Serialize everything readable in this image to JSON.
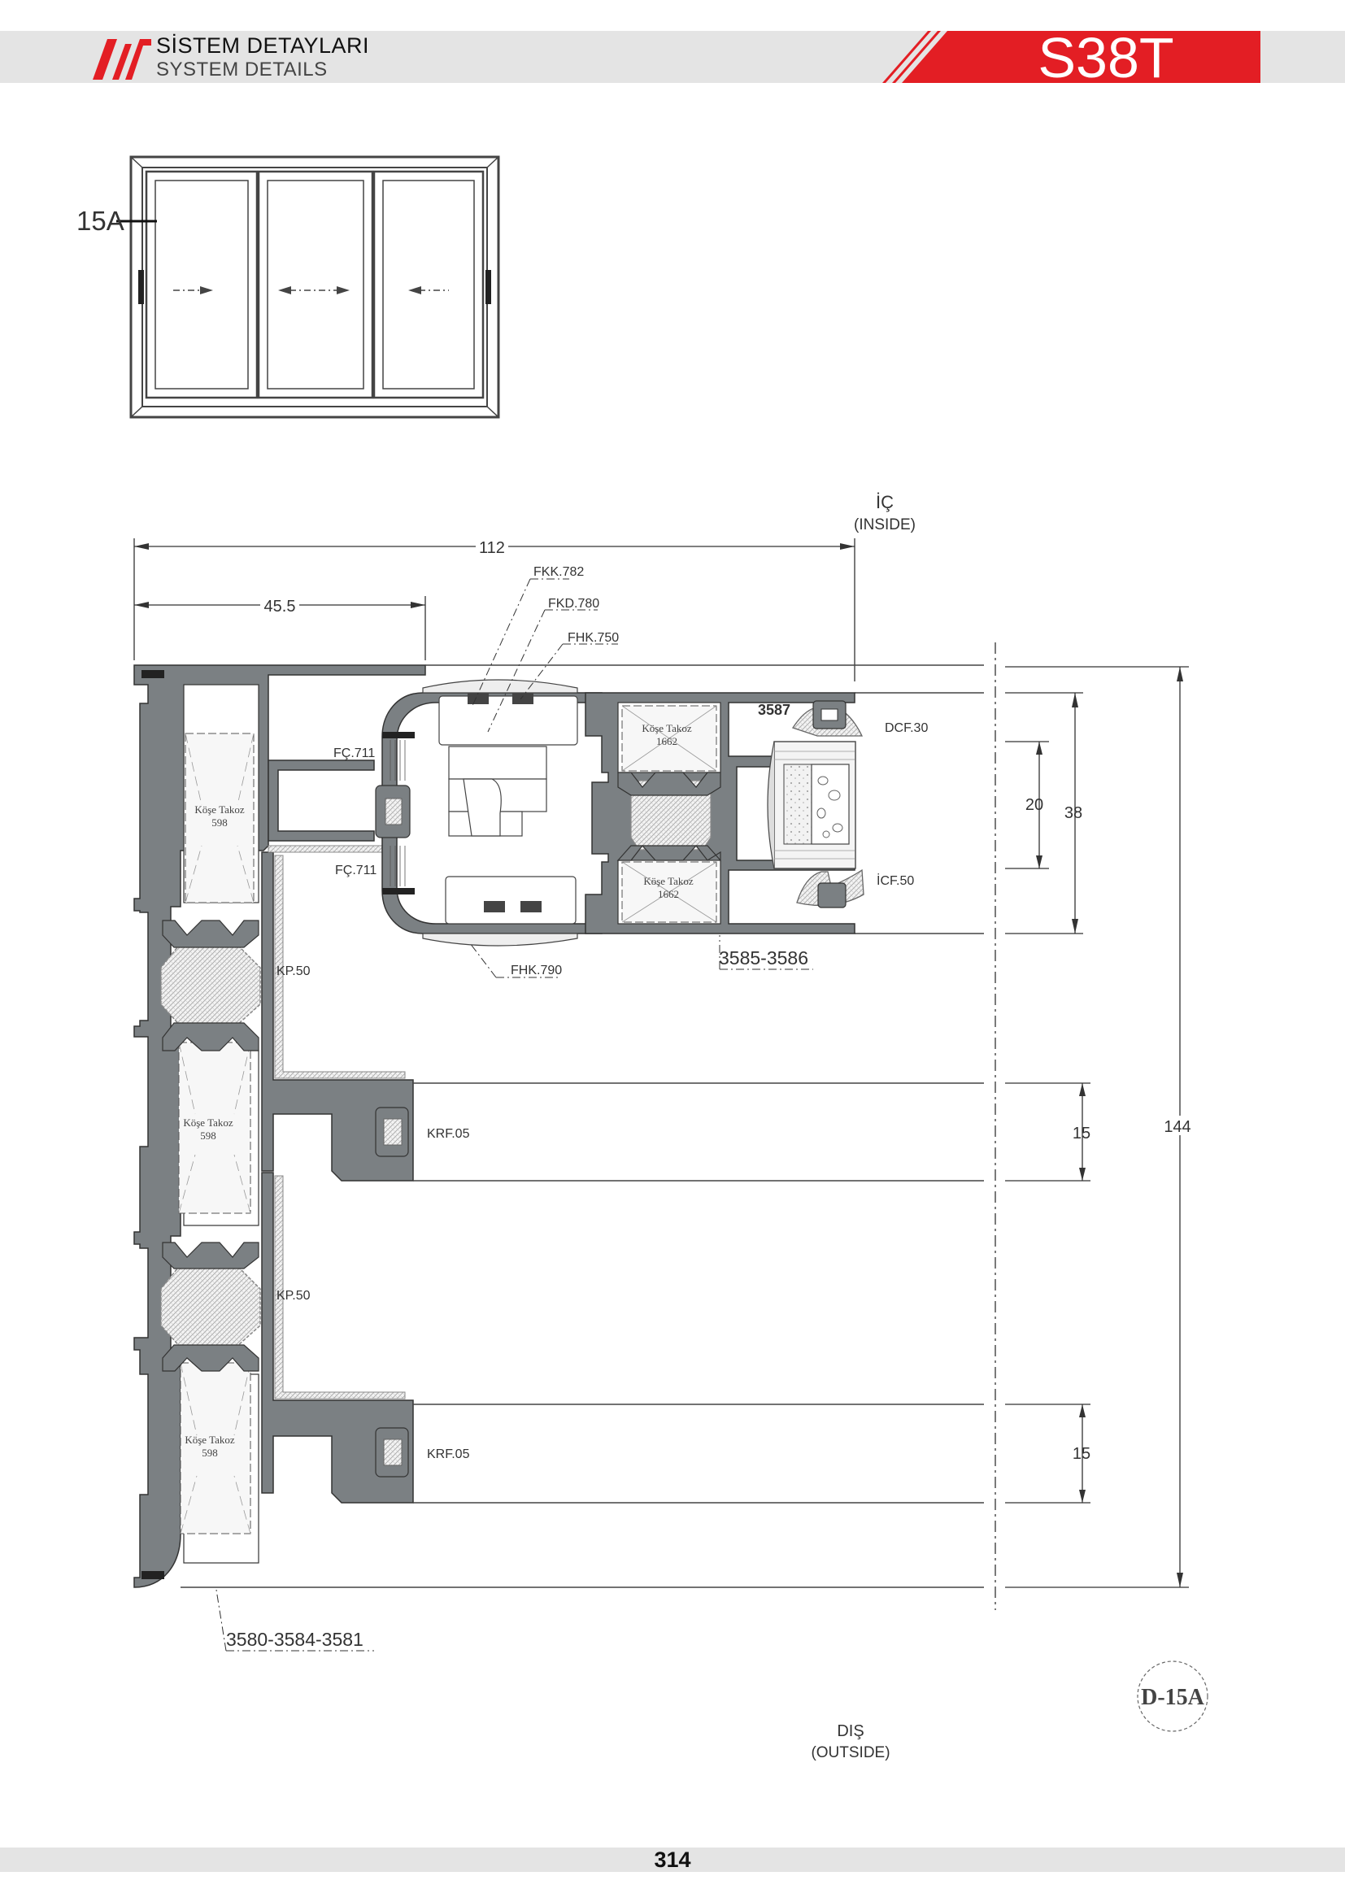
{
  "header": {
    "title_tr": "SİSTEM DETAYLARI",
    "title_en": "SYSTEM DETAILS",
    "series": "S38T"
  },
  "elevation": {
    "section_label": "15A"
  },
  "orientation": {
    "inside_tr": "İÇ",
    "inside_en": "(INSIDE)",
    "outside_tr": "DIŞ",
    "outside_en": "(OUTSIDE)"
  },
  "dimensions": {
    "overall_width": "112",
    "frame_width": "45.5",
    "overall_height": "144",
    "glazing_height": "38",
    "glass_thickness": "20",
    "screen_a": "15",
    "screen_b": "15"
  },
  "labels": {
    "fkk": "FKK.782",
    "fkd": "FKD.780",
    "fhk_top": "FHK.750",
    "fc_top": "FÇ.711",
    "fc_bottom": "FÇ.711",
    "fhk_bottom": "FHK.790",
    "sash_profile": "3587",
    "dcf": "DCF.30",
    "icf": "İCF.50",
    "sash_code": "3585-3586",
    "kp_top": "KP.50",
    "kp_bottom": "KP.50",
    "krf_top": "KRF.05",
    "krf_bottom": "KRF.05",
    "frame_code": "3580-3584-3581",
    "corner_block_598_title": "Köşe Takoz",
    "corner_block_598_code": "598",
    "corner_block_1662_title": "Köşe Takoz",
    "corner_block_1662_code": "1662"
  },
  "detail_ref": "D-15A",
  "page_number": "314",
  "colors": {
    "brand_red": "#e31e24",
    "profile_gray": "#7b8083",
    "header_gray": "#e4e4e4"
  }
}
